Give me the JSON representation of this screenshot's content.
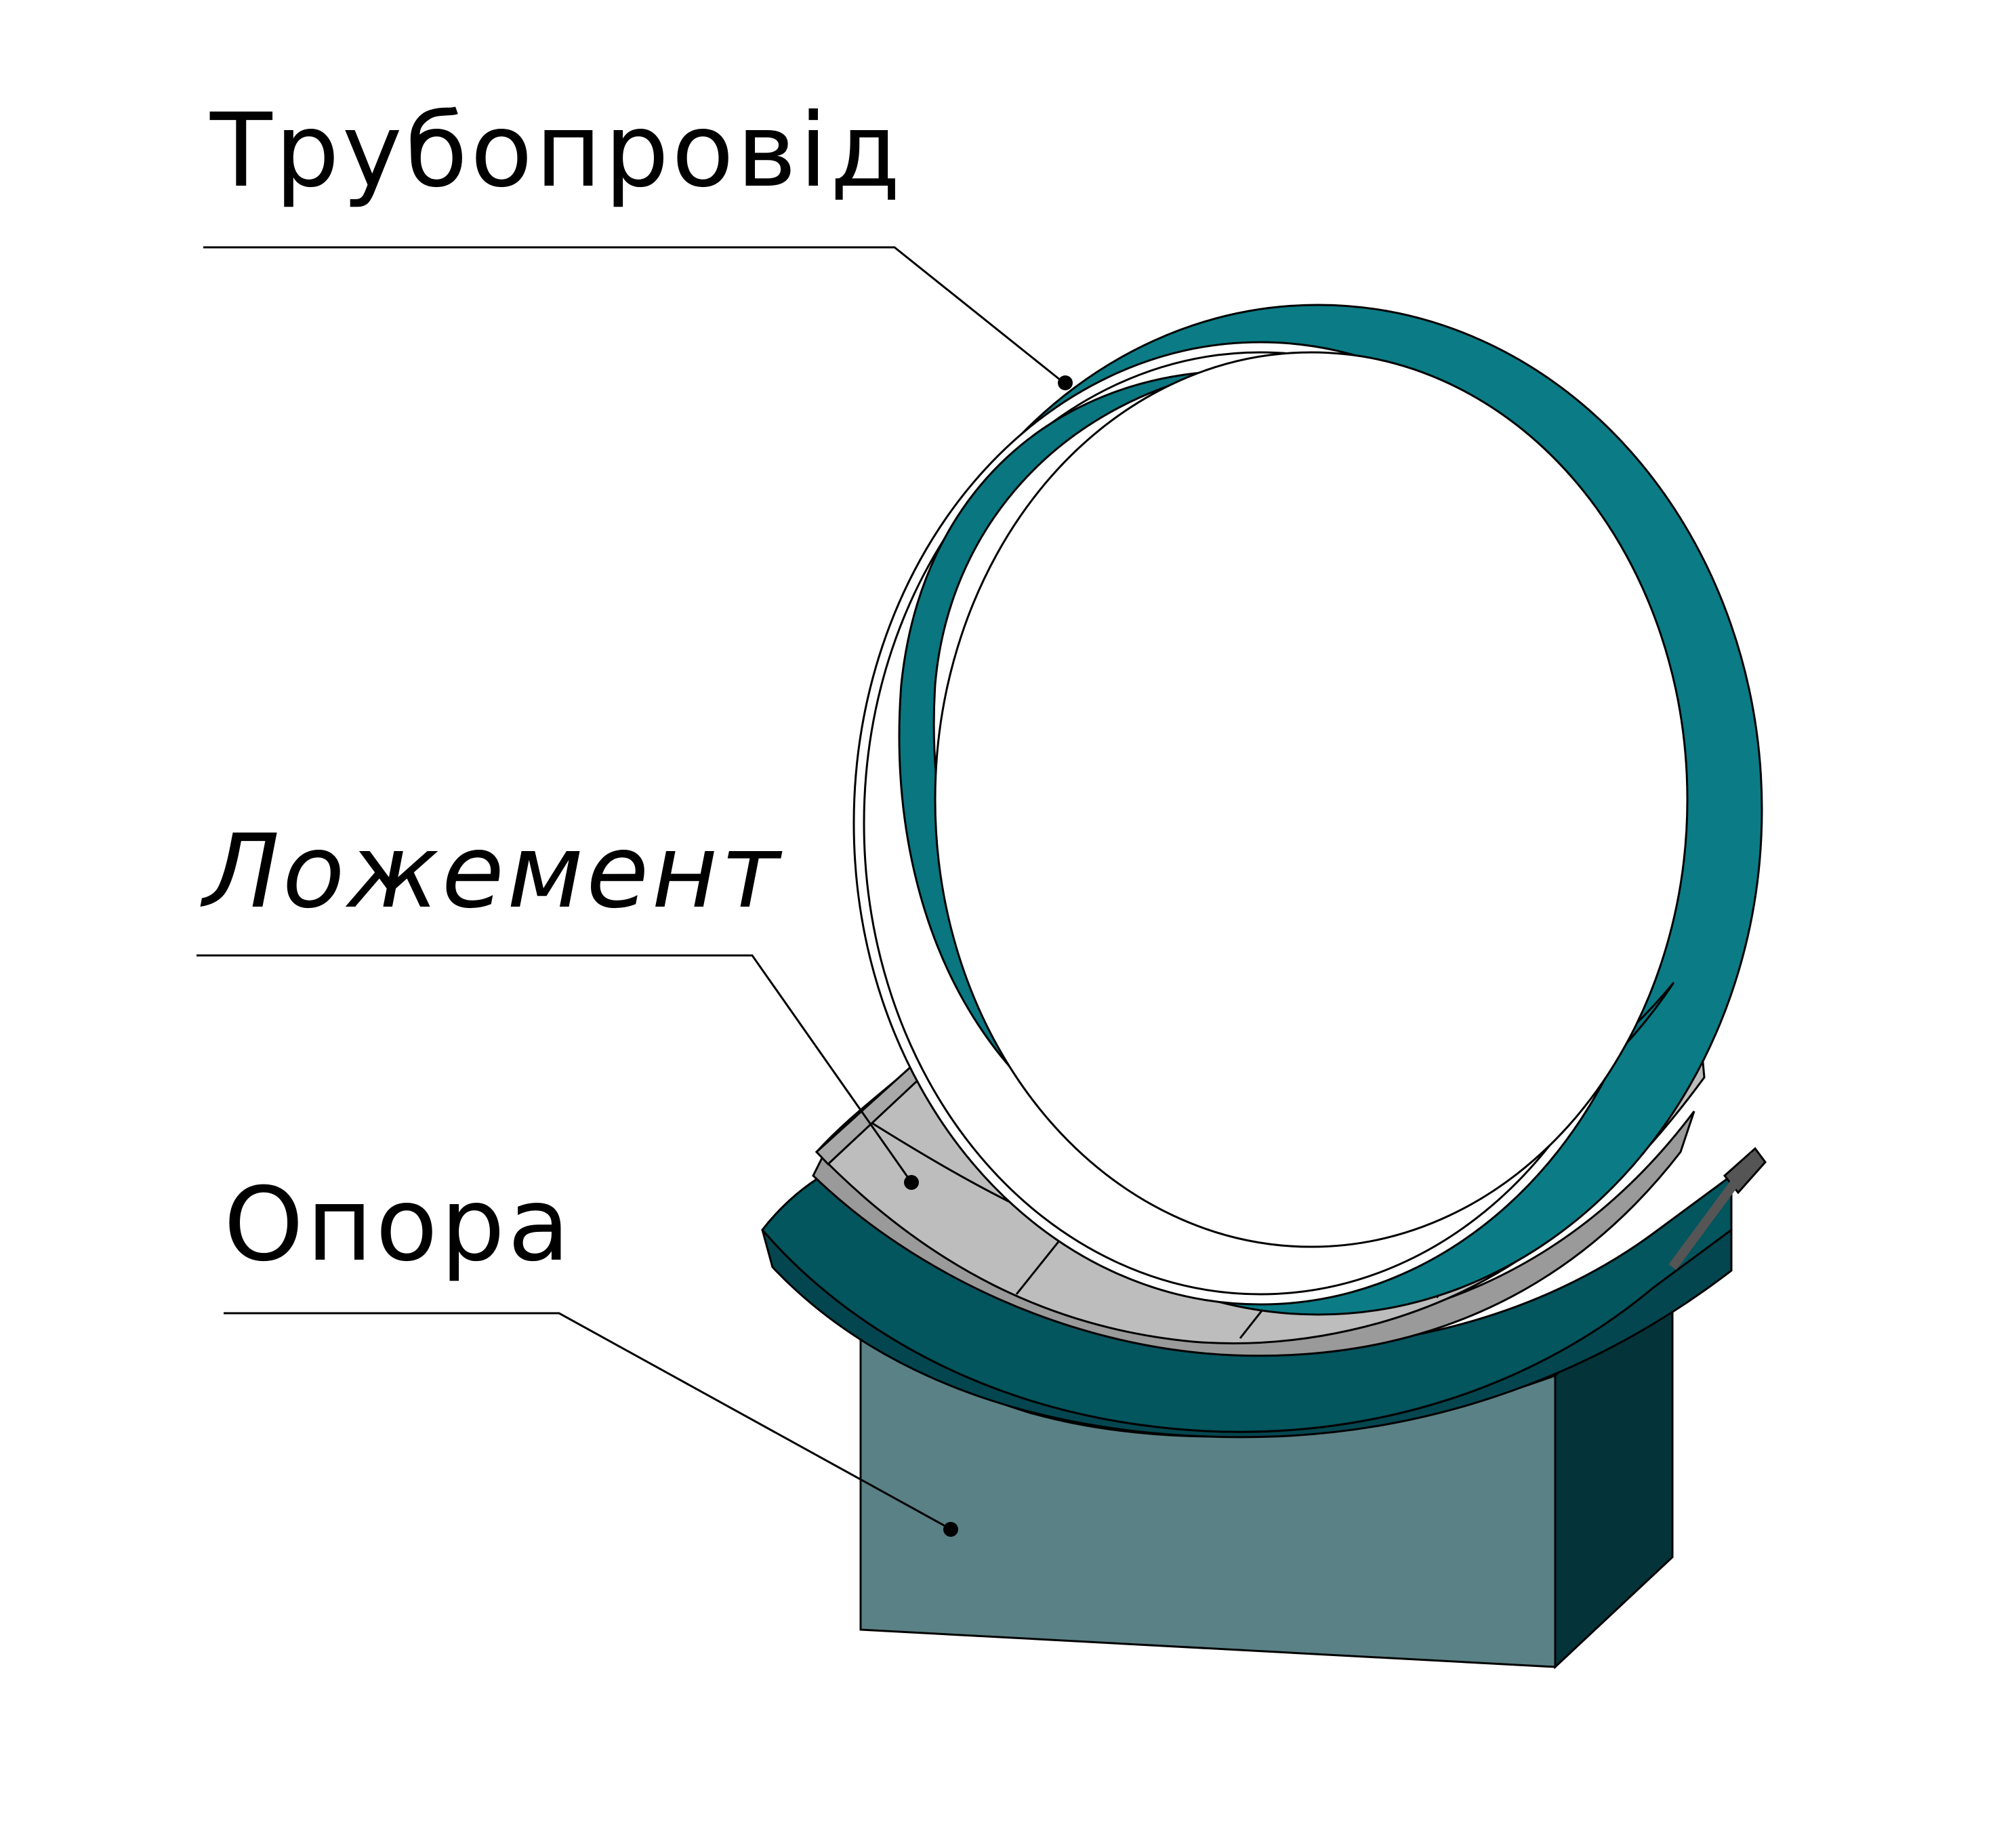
{
  "labels": {
    "pipeline": "Трубопровід",
    "cradle": "Ложемент",
    "support": "Опора"
  },
  "colors": {
    "pipe_outer": "#0b7c86",
    "pipe_dark": "#065a62",
    "pipe_inner_band": "#ffffff",
    "cradle_plate": "#bdbdbd",
    "cradle_plate_dark": "#9a9a9a",
    "support_front": "#5a8186",
    "support_side": "#04343a",
    "support_saddle": "#04464f",
    "leader_line": "#000000"
  }
}
